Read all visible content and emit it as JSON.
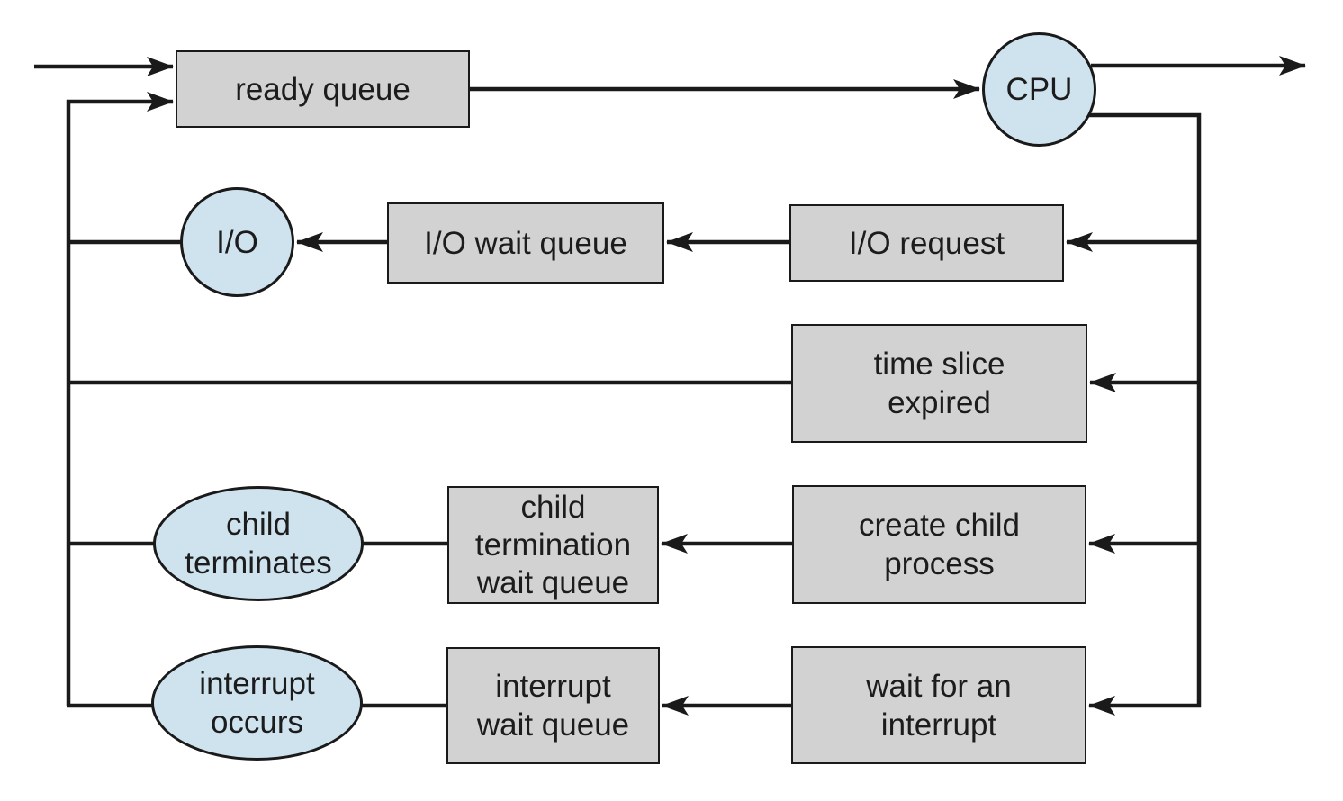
{
  "colors": {
    "background": "#ffffff",
    "box_fill": "#d2d2d2",
    "bubble_fill": "#cfe3ef",
    "line_color": "#1a1a1a",
    "text_color": "#1c1c1c"
  },
  "nodes": {
    "ready_queue": {
      "shape": "rect",
      "lines": [
        "ready queue"
      ]
    },
    "cpu": {
      "shape": "circle",
      "lines": [
        "CPU"
      ]
    },
    "io": {
      "shape": "circle",
      "lines": [
        "I/O"
      ]
    },
    "io_wait_queue": {
      "shape": "rect",
      "lines": [
        "I/O wait queue"
      ]
    },
    "io_request": {
      "shape": "rect",
      "lines": [
        "I/O request"
      ]
    },
    "time_slice_expired": {
      "shape": "rect",
      "lines": [
        "time slice",
        "expired"
      ]
    },
    "child_terminates": {
      "shape": "ellipse",
      "lines": [
        "child",
        "terminates"
      ]
    },
    "child_termination_wait_queue": {
      "shape": "rect",
      "lines": [
        "child",
        "termination",
        "wait queue"
      ]
    },
    "create_child_process": {
      "shape": "rect",
      "lines": [
        "create child",
        "process"
      ]
    },
    "interrupt_occurs": {
      "shape": "ellipse",
      "lines": [
        "interrupt",
        "occurs"
      ]
    },
    "interrupt_wait_queue": {
      "shape": "rect",
      "lines": [
        "interrupt",
        "wait queue"
      ]
    },
    "wait_for_an_interrupt": {
      "shape": "rect",
      "lines": [
        "wait for an",
        "interrupt"
      ]
    }
  }
}
